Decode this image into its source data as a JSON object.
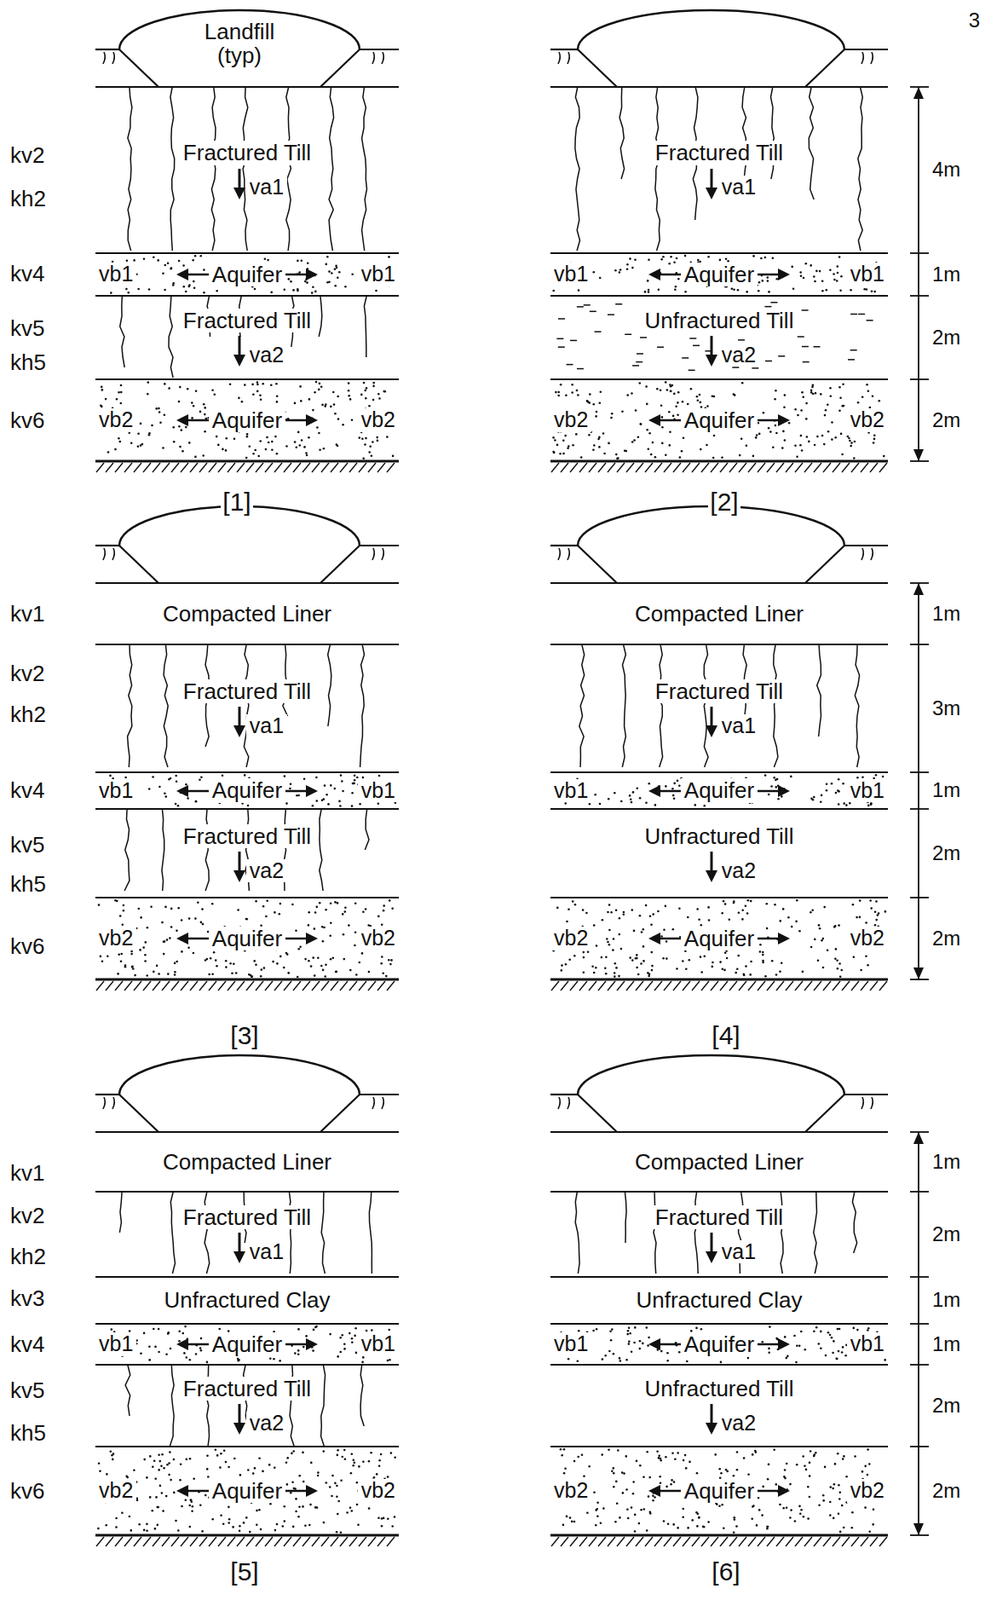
{
  "diagram": {
    "nodes": [
      {
        "text": [
          "Landfill (typ)"
        ]
      },
      {
        "text": [
          "Fractured Till",
          "va1"
        ]
      },
      {
        "text": [
          "vb1",
          "Aquifer",
          "vb1"
        ]
      },
      {
        "text": [
          "Fractured Till",
          "va2"
        ]
      },
      {
        "text": [
          "vb2",
          "Aquifer",
          "vb2"
        ]
      },
      {
        "text": [
          "Fractured Till",
          "va1"
        ]
      },
      {
        "text": [
          "vb1",
          "Aquifer",
          "vb1"
        ]
      },
      {
        "text": [
          "Unfractured Till",
          "va2"
        ]
      },
      {
        "text": [
          "vb2",
          "Aquifer",
          "vb2"
        ]
      },
      {
        "text": [
          "Compacted Liner"
        ]
      },
      {
        "text": [
          "Fractured Till",
          "va1"
        ]
      },
      {
        "text": [
          "vb1",
          "Aquifer",
          "vb1"
        ]
      },
      {
        "text": [
          "Fractured Till",
          "va2"
        ]
      },
      {
        "text": [
          "vb2",
          "Aquifer",
          "vb2"
        ]
      },
      {
        "text": [
          "Compacted Liner"
        ]
      },
      {
        "text": [
          "Fractured Till",
          "va1"
        ]
      },
      {
        "text": [
          "vb1",
          "Aquifer",
          "vb1"
        ]
      },
      {
        "text": [
          "Unfractured Till",
          "va2"
        ]
      },
      {
        "text": [
          "vb2",
          "Aquifer",
          "vb2"
        ]
      },
      {
        "text": [
          "Compacted Liner"
        ]
      },
      {
        "text": [
          "Fractured Till",
          "va1"
        ]
      },
      {
        "text": [
          "Unfractured Clay"
        ]
      },
      {
        "text": [
          "vb1",
          "Aquifer",
          "vb1"
        ]
      },
      {
        "text": [
          "Fractured Till",
          "va2"
        ]
      },
      {
        "text": [
          "vb2",
          "Aquifer",
          "vb2"
        ]
      },
      {
        "text": [
          "Compacted Liner"
        ]
      },
      {
        "text": [
          "Fractured Till",
          "va1"
        ]
      },
      {
        "text": [
          "Unfractured Clay"
        ]
      },
      {
        "text": [
          "vb1",
          "Aquifer",
          "vb1"
        ]
      },
      {
        "text": [
          "Unfractured Till",
          "va2"
        ]
      },
      {
        "text": [
          "vb2",
          "Aquifer",
          "vb2"
        ]
      }
    ],
    "labels": [
      "3",
      "kv2",
      "kh2",
      "kv4",
      "kv5",
      "kh5",
      "kv6",
      "4m",
      "1m",
      "2m",
      "2m",
      "[1]",
      "[2]",
      "kv1",
      "kv2",
      "kh2",
      "kv4",
      "kv5",
      "kh5",
      "kv6",
      "1m",
      "3m",
      "1m",
      "2m",
      "2m",
      "[3]",
      "[4]",
      "kv1",
      "kv2",
      "kh2",
      "kv3",
      "kv4",
      "kv5",
      "kh5",
      "kv6",
      "1m",
      "2m",
      "1m",
      "1m",
      "2m",
      "2m",
      "[5]",
      "[6]"
    ]
  }
}
